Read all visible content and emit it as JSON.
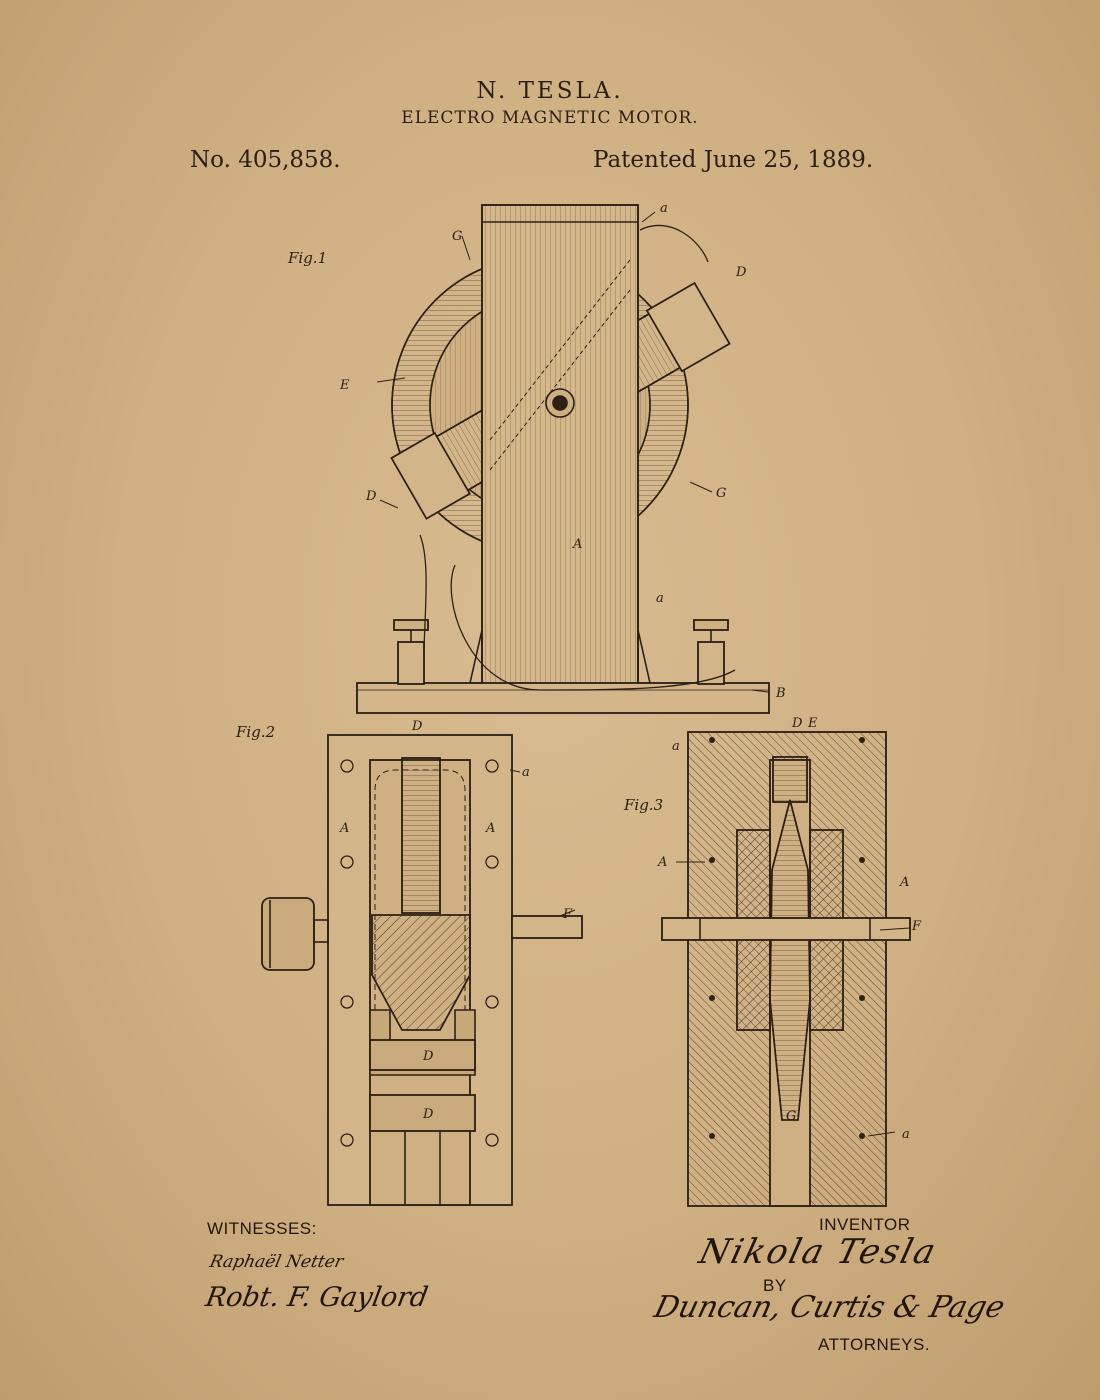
{
  "header": {
    "inventor_name": "N. TESLA.",
    "title": "ELECTRO MAGNETIC MOTOR.",
    "patent_number": "No. 405,858.",
    "patent_date": "Patented June 25, 1889."
  },
  "figures": {
    "fig1": {
      "label": "Fig.1",
      "refs": [
        "a",
        "G",
        "D",
        "E",
        "D",
        "G",
        "A",
        "a",
        "B"
      ]
    },
    "fig2": {
      "label": "Fig.2",
      "refs": [
        "D",
        "a",
        "A",
        "A",
        "F",
        "D",
        "D"
      ]
    },
    "fig3": {
      "label": "Fig.3",
      "refs": [
        "D",
        "E",
        "a",
        "A",
        "A",
        "F",
        "G",
        "a"
      ]
    }
  },
  "footer": {
    "witnesses_label": "WITNESSES:",
    "witness_1": "Raphaël Netter",
    "witness_2": "Robt. F. Gaylord",
    "inventor_label": "INVENTOR",
    "inventor_signature": "Nikola Tesla",
    "by_label": "BY",
    "attorney_signature": "Duncan, Curtis & Page",
    "attorneys_label": "ATTORNEYS."
  }
}
